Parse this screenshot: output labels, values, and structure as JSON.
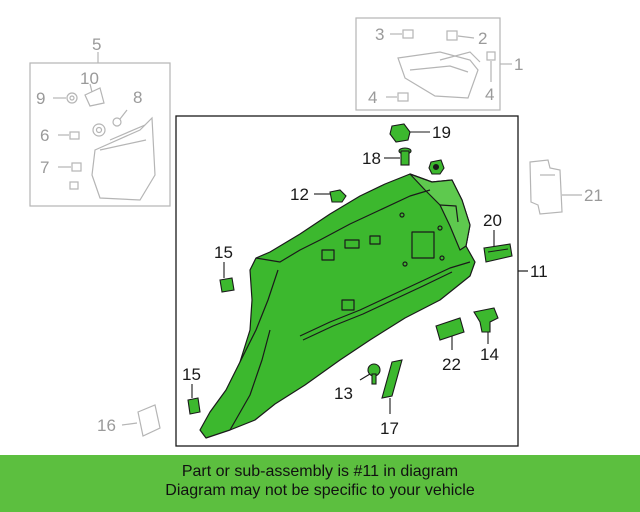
{
  "callouts": {
    "c1": "1",
    "c2": "2",
    "c3": "3",
    "c4a": "4",
    "c4b": "4",
    "c5": "5",
    "c6": "6",
    "c7": "7",
    "c8": "8",
    "c9": "9",
    "c10": "10",
    "c11": "11",
    "c12": "12",
    "c13": "13",
    "c14": "14",
    "c15a": "15",
    "c15b": "15",
    "c16": "16",
    "c17": "17",
    "c18": "18",
    "c19": "19",
    "c20": "20",
    "c21": "21",
    "c22": "22"
  },
  "banner": {
    "line1": "Part or sub-assembly is #11 in diagram",
    "line2": "Diagram may not be specific to your vehicle"
  },
  "colors": {
    "highlight": "#3cb82e",
    "banner": "#5cbf3f",
    "ghost": "#b5b5b5",
    "outline": "#1a1a1a"
  }
}
